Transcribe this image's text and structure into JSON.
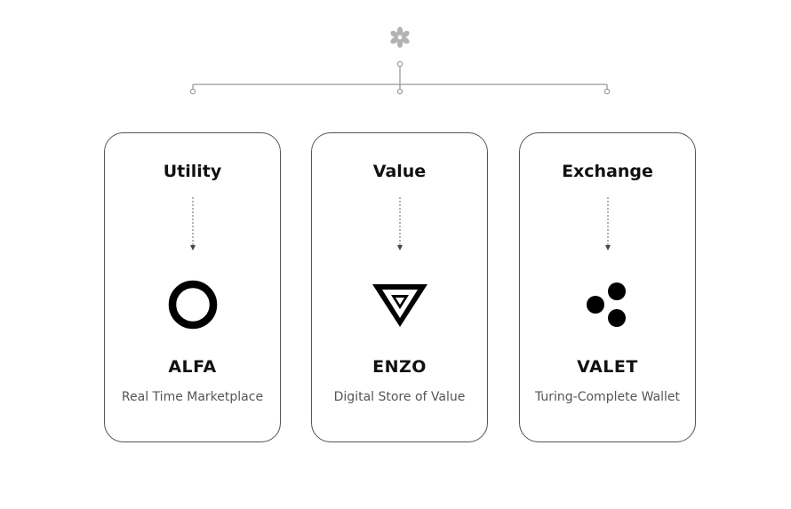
{
  "diagram": {
    "top_icon": "pinwheel-logo-icon",
    "cards": [
      {
        "heading": "Utility",
        "name": "ALFA",
        "description": "Real Time Marketplace",
        "symbol": "ring-icon"
      },
      {
        "heading": "Value",
        "name": "ENZO",
        "description": "Digital Store of Value",
        "symbol": "nested-triangle-icon"
      },
      {
        "heading": "Exchange",
        "name": "VALET",
        "description": "Turing-Complete Wallet",
        "symbol": "three-dots-icon"
      }
    ],
    "colors": {
      "line": "#999999",
      "border": "#555555",
      "text": "#111111",
      "muted": "#555555",
      "logo": "#b3b3b3"
    }
  }
}
